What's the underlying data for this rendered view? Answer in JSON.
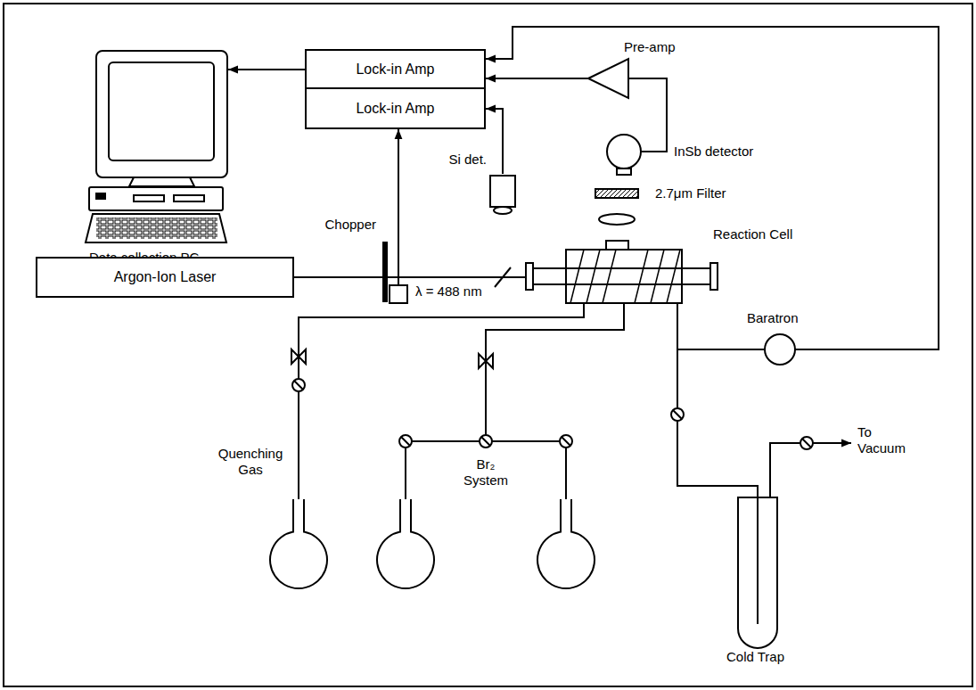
{
  "diagram": {
    "nodes": [
      {
        "text": [
          "Data collection PC"
        ]
      },
      {
        "text": [
          "Lock-in Amp"
        ]
      },
      {
        "text": [
          "Lock-in Amp"
        ]
      },
      {
        "text": [
          "Pre-amp"
        ]
      },
      {
        "text": [
          "InSb detector"
        ]
      },
      {
        "text": [
          "Si det."
        ]
      },
      {
        "text": [
          "Chopper"
        ]
      },
      {
        "text": [
          "Argon-Ion Laser"
        ]
      },
      {
        "text": [
          "Reaction Cell"
        ]
      },
      {
        "text": [
          "Baratron"
        ]
      }
    ],
    "edges": [
      {
        "from": 1,
        "to": 0,
        "arrow": "to"
      },
      {
        "from": 3,
        "to": 1,
        "arrow": "to"
      },
      {
        "from": 4,
        "to": 3,
        "arrow": "none"
      },
      {
        "from": 9,
        "to": 1,
        "arrow": "to"
      },
      {
        "from": 5,
        "to": 2,
        "arrow": "to"
      },
      {
        "from": 6,
        "to": 2,
        "arrow": "to"
      },
      {
        "from": 7,
        "to": 8,
        "arrow": "none"
      },
      {
        "from": 8,
        "to": 9,
        "arrow": "none"
      }
    ],
    "labels": [
      "λ = 488 nm",
      "2.7μm Filter",
      "Quenching Gas",
      "Br₂ System",
      "Cold Trap",
      "To Vacuum"
    ]
  }
}
